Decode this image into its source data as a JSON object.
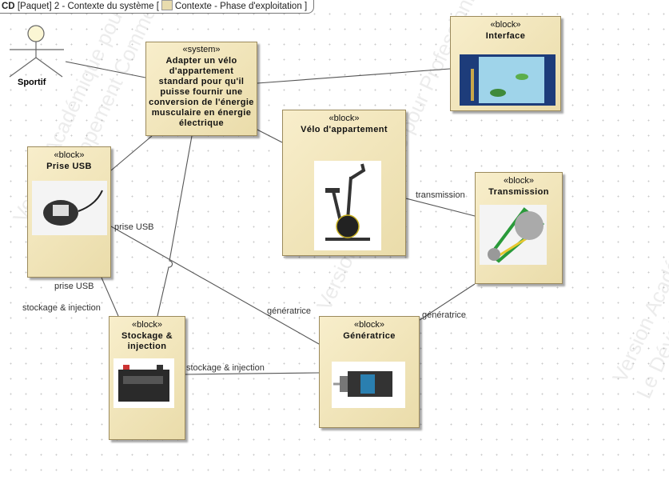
{
  "header": {
    "prefix": "CD",
    "package": "[Paquet] 2 - Contexte du système [",
    "diagram": "Contexte - Phase d'exploitation",
    "suffix": "]"
  },
  "actor": {
    "name": "Sportif"
  },
  "system": {
    "stereotype": "«system»",
    "name": "Adapter un vélo d'appartement standard pour qu'il puisse fournir une conversion de l'énergie musculaire en énergie électrique"
  },
  "blocks": {
    "interface": {
      "stereotype": "«block»",
      "name": "Interface"
    },
    "velo": {
      "stereotype": "«block»",
      "name": "Vélo d'appartement"
    },
    "prise": {
      "stereotype": "«block»",
      "name": "Prise USB"
    },
    "transmission": {
      "stereotype": "«block»",
      "name": "Transmission"
    },
    "stockage": {
      "stereotype": "«block»",
      "name": "Stockage & injection"
    },
    "generatrice": {
      "stereotype": "«block»",
      "name": "Génératrice"
    }
  },
  "connector_labels": {
    "transmission": "transmission",
    "prise_usb_1": "prise USB",
    "generatrice_1": "génératrice",
    "prise_usb_2": "prise USB",
    "stockage_1": "stockage & injection",
    "generatrice_2": "génératrice",
    "stockage_2": "stockage & injection"
  },
  "watermarks": [
    "Version Académique pour Professionnel",
    "Le Développement Commercial est Interdit"
  ]
}
